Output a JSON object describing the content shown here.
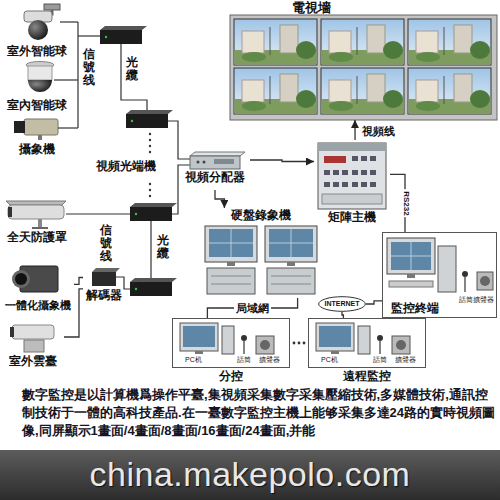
{
  "diagram": {
    "caption": "數字監控是以計算機爲操作平臺,集視頻采集數字采集壓縮技術,多媒體技術,通訊控制技術于一體的高科技產品.在一臺數字監控主機上能够采集多達24路的實時視頻圖像,同屏顯示1畫面/4畫面/8畫面/16畫面/24畫面,并能",
    "nodes": [
      {
        "text": [
          "室外智能球"
        ]
      },
      {
        "text": [
          "電視墻"
        ]
      },
      {
        "text": [
          "室內智能球"
        ]
      },
      {
        "text": [
          "攝象機"
        ]
      },
      {
        "text": [
          "視頻分配器"
        ]
      },
      {
        "text": [
          "矩陣主機"
        ]
      },
      {
        "text": [
          "全天防護罩"
        ]
      },
      {
        "text": [
          "硬盤錄象機"
        ]
      },
      {
        "text": [
          "話筒",
          "擴聲器",
          "監控終端"
        ]
      },
      {
        "text": [
          "一體化攝象機"
        ]
      },
      {
        "text": [
          "解碼器"
        ]
      },
      {
        "text": [
          "INTERNET"
        ]
      },
      {
        "text": [
          "室外雲臺"
        ]
      },
      {
        "text": [
          "PC机",
          "話筒",
          "擴聲器",
          "分控"
        ]
      },
      {
        "text": [
          "PC机",
          "話筒",
          "擴聲器",
          "遠程監控"
        ]
      }
    ],
    "edges": [
      {
        "from": 4,
        "to": 7,
        "arrow": "to"
      },
      {
        "from": 4,
        "to": 5,
        "arrow": "to"
      },
      {
        "from": 5,
        "to": 1,
        "label": "視頻线",
        "arrow": "to"
      },
      {
        "from": 5,
        "to": 8,
        "label": "RS232",
        "arrow": "none"
      },
      {
        "from": 7,
        "to": 13,
        "label": "局域網",
        "arrow": "none"
      },
      {
        "from": 8,
        "to": 11,
        "arrow": "none"
      },
      {
        "from": 11,
        "to": 14,
        "arrow": "none"
      },
      {
        "from": 9,
        "to": 10,
        "arrow": "none"
      },
      {
        "from": 12,
        "to": 10,
        "arrow": "none"
      }
    ],
    "labels": [
      "信號线",
      "光纜",
      "視頻光端機",
      "信號线",
      "光纜",
      "china.makepolo.com"
    ]
  }
}
